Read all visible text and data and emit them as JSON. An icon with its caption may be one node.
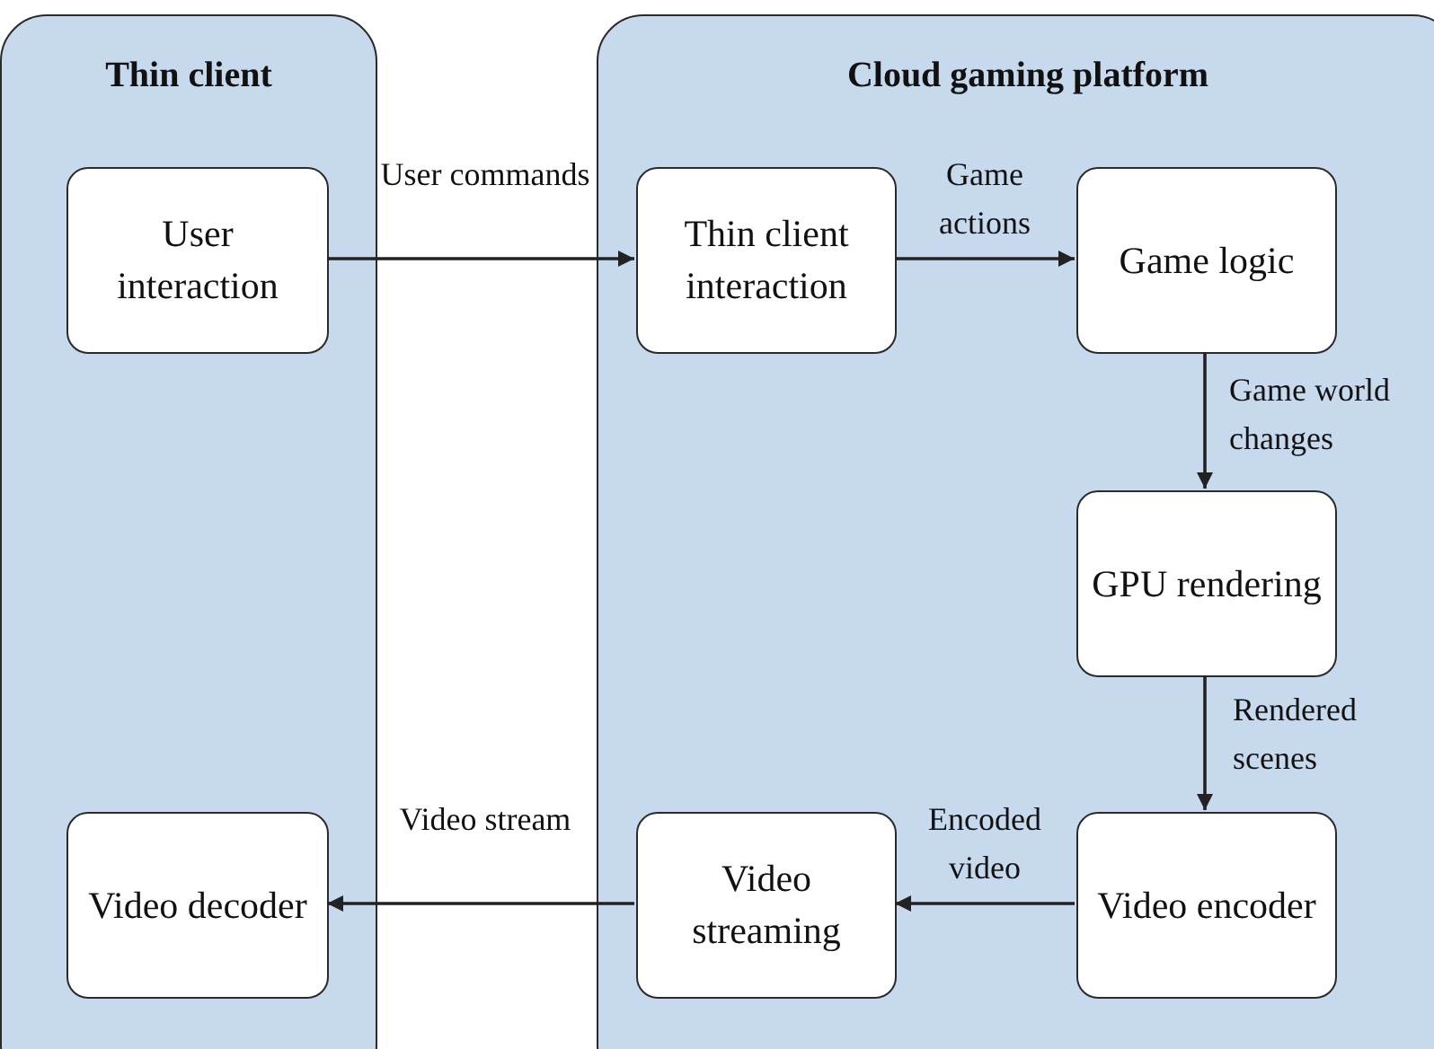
{
  "diagram": {
    "nodes": [
      {
        "text": [
          "Thin client"
        ]
      },
      {
        "text": [
          "User interaction"
        ],
        "in": 0
      },
      {
        "text": [
          "Video decoder"
        ],
        "in": 0
      },
      {
        "text": [
          "Cloud gaming platform"
        ]
      },
      {
        "text": [
          "Thin client interaction"
        ],
        "in": 3
      },
      {
        "text": [
          "Game logic"
        ],
        "in": 3
      },
      {
        "text": [
          "GPU rendering"
        ],
        "in": 3
      },
      {
        "text": [
          "Video encoder"
        ],
        "in": 3
      },
      {
        "text": [
          "Video streaming"
        ],
        "in": 3
      }
    ],
    "edges": [
      {
        "from": 1,
        "to": 4,
        "arrow": "to",
        "label": "User commands"
      },
      {
        "from": 4,
        "to": 5,
        "arrow": "to",
        "label": "Game actions"
      },
      {
        "from": 5,
        "to": 6,
        "arrow": "to",
        "label": "Game world changes"
      },
      {
        "from": 6,
        "to": 7,
        "arrow": "to",
        "label": "Rendered scenes"
      },
      {
        "from": 7,
        "to": 8,
        "arrow": "to",
        "label": "Encoded video"
      },
      {
        "from": 8,
        "to": 2,
        "arrow": "to",
        "label": "Video stream"
      }
    ]
  }
}
